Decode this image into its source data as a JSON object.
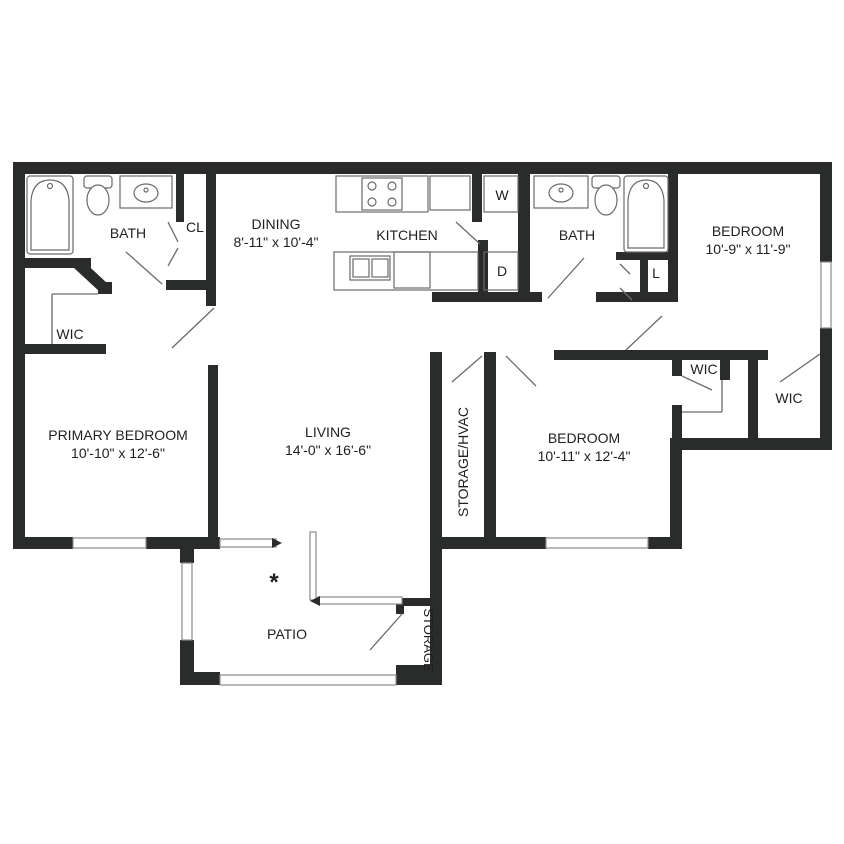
{
  "rooms": {
    "bath_left": {
      "name": "BATH"
    },
    "closet": {
      "name": "CL"
    },
    "dining": {
      "name": "DINING",
      "dims": "8'-11\" x 10'-4\""
    },
    "kitchen": {
      "name": "KITCHEN"
    },
    "washer": {
      "name": "W"
    },
    "dryer": {
      "name": "D"
    },
    "bath_right": {
      "name": "BATH"
    },
    "linen": {
      "name": "L"
    },
    "bedroom_ne": {
      "name": "BEDROOM",
      "dims": "10'-9\" x 11'-9\""
    },
    "wic_primary": {
      "name": "WIC"
    },
    "wic_bed_a": {
      "name": "WIC"
    },
    "wic_bed_b": {
      "name": "WIC"
    },
    "primary_bedroom": {
      "name": "PRIMARY BEDROOM",
      "dims": "10'-10\" x 12'-6\""
    },
    "living": {
      "name": "LIVING",
      "dims": "14'-0\" x 16'-6\""
    },
    "storage_hvac": {
      "name": "STORAGE/HVAC"
    },
    "bedroom_center": {
      "name": "BEDROOM",
      "dims": "10'-11\" x 12'-4\""
    },
    "patio": {
      "name": "PATIO"
    },
    "patio_storage": {
      "name": "STORAGE"
    }
  },
  "symbols": {
    "entry_marker": "*"
  },
  "colors": {
    "wall": "#2a2b2b",
    "fixture": "#6a6a6a",
    "background": "#ffffff"
  }
}
